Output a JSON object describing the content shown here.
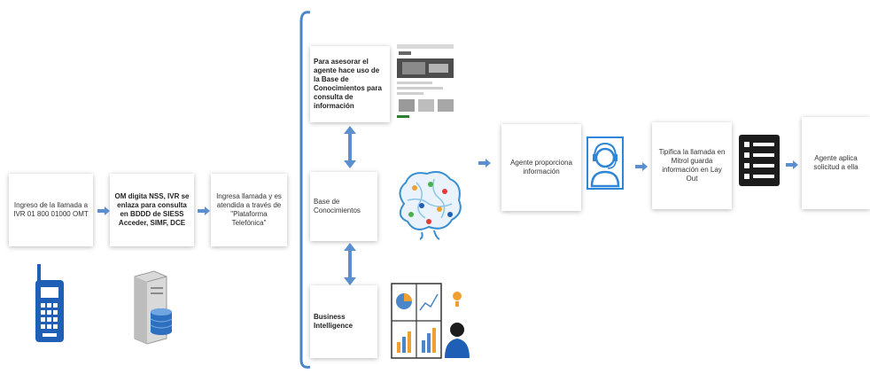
{
  "colors": {
    "accent_blue": "#4a86c8",
    "arrow_blue": "#5b8fd0",
    "icon_blue": "#1f5fb5",
    "dark": "#1c1c1c",
    "orange": "#f0a030"
  },
  "steps": {
    "s1": "Ingreso de la llamada a IVR 01 800 01000 OMT",
    "s2": "OM digita NSS, IVR se enlaza para consulta en BDDD de SIESS Acceder, SIMF, DCE",
    "s3": "Ingresa llamada y es atendida a través de \"Plataforma Telefónica\"",
    "k1": "Para asesorar el agente hace uso de la Base de Conocimientos para consulta de información",
    "k2": "Base de Conocimientos",
    "k3": "Business Intelligence",
    "s4": "Agente proporciona información",
    "s5": "Tipifica la llamada en Mitrol guarda información en Lay Out",
    "s6": "Agente aplica solicitud a ella"
  },
  "icons": {
    "phone": "cordless-phone-icon",
    "server": "database-server-icon",
    "screenshot": "knowledge-base-screenshot-icon",
    "brain": "brain-network-icon",
    "bi": "business-intelligence-icon",
    "agent": "call-agent-headset-icon",
    "checklist": "checklist-icon"
  }
}
